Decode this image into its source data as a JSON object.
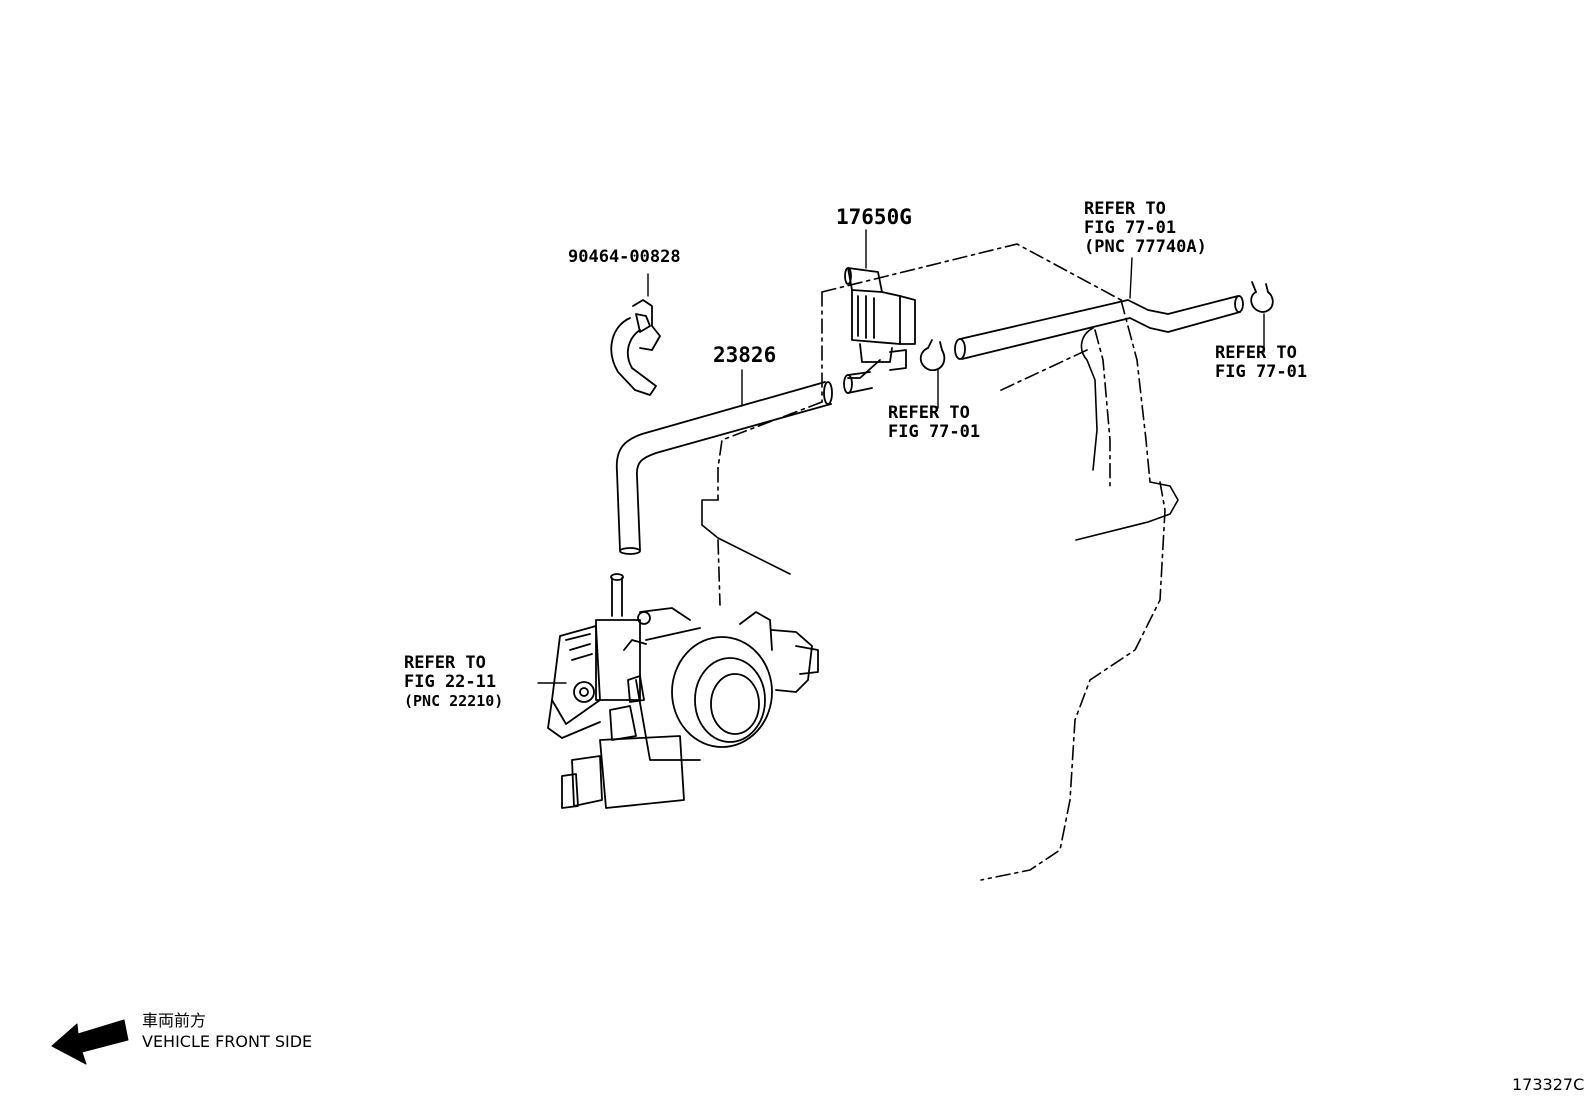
{
  "diagram": {
    "part_numbers": {
      "clamp": "90464-00828",
      "hose": "23826",
      "valve": "17650G"
    },
    "refs": {
      "valve_clip": [
        "REFER TO",
        "FIG 77-01"
      ],
      "upper_hose": [
        "REFER TO",
        "FIG 77-01",
        "(PNC 77740A)"
      ],
      "right_clip": [
        "REFER TO",
        "FIG 77-01"
      ],
      "throttle_body": [
        "REFER TO",
        "FIG 22-11",
        "(PNC 22210)"
      ]
    },
    "direction": {
      "jp": "車両前方",
      "en": "VEHICLE FRONT SIDE"
    },
    "figure_code": "173327C"
  }
}
